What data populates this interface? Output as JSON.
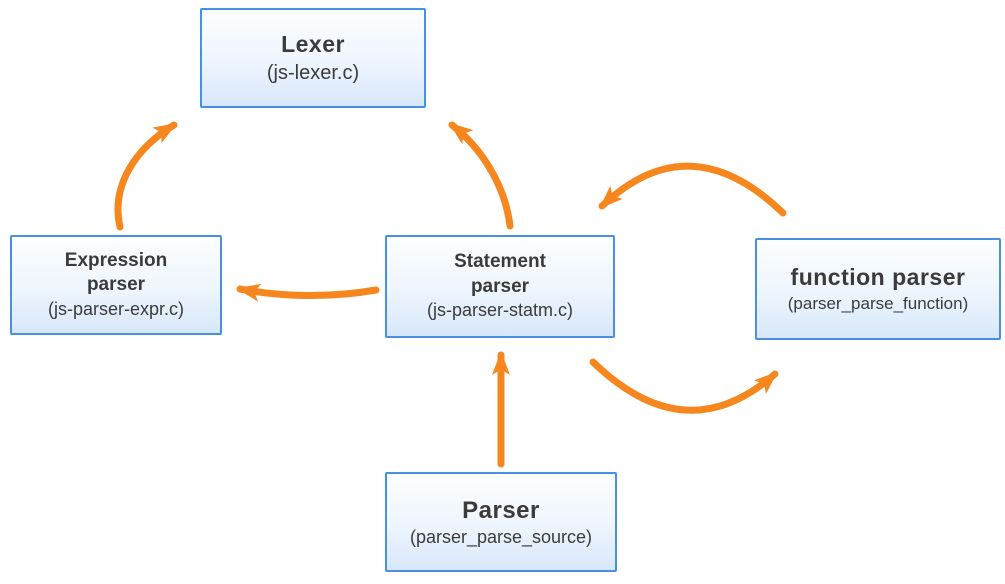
{
  "nodes": {
    "lexer": {
      "title": "Lexer",
      "subtitle": "(js-lexer.c)"
    },
    "expression": {
      "title_line1": "Expression",
      "title_line2": "parser",
      "subtitle": "(js-parser-expr.c)"
    },
    "statement": {
      "title_line1": "Statement",
      "title_line2": "parser",
      "subtitle": "(js-parser-statm.c)"
    },
    "function": {
      "title": "function parser",
      "subtitle": "(parser_parse_function)"
    },
    "parser": {
      "title": "Parser",
      "subtitle": "(parser_parse_source)"
    }
  },
  "edges": [
    {
      "from": "Expression parser",
      "to": "Lexer",
      "style": "curved"
    },
    {
      "from": "Statement parser",
      "to": "Lexer",
      "style": "curved"
    },
    {
      "from": "Statement parser",
      "to": "Expression parser",
      "style": "curved"
    },
    {
      "from": "function parser",
      "to": "Statement parser",
      "style": "arc-over"
    },
    {
      "from": "Statement parser",
      "to": "function parser",
      "style": "arc-under"
    },
    {
      "from": "Parser",
      "to": "Statement parser",
      "style": "straight"
    }
  ],
  "colors": {
    "arrow": "#f6871f",
    "node_border": "#4a90e2",
    "node_fill_top": "#fcfeff",
    "node_fill_bottom": "#d7e7fa",
    "text": "#3b3b3b",
    "background": "#ffffff"
  }
}
